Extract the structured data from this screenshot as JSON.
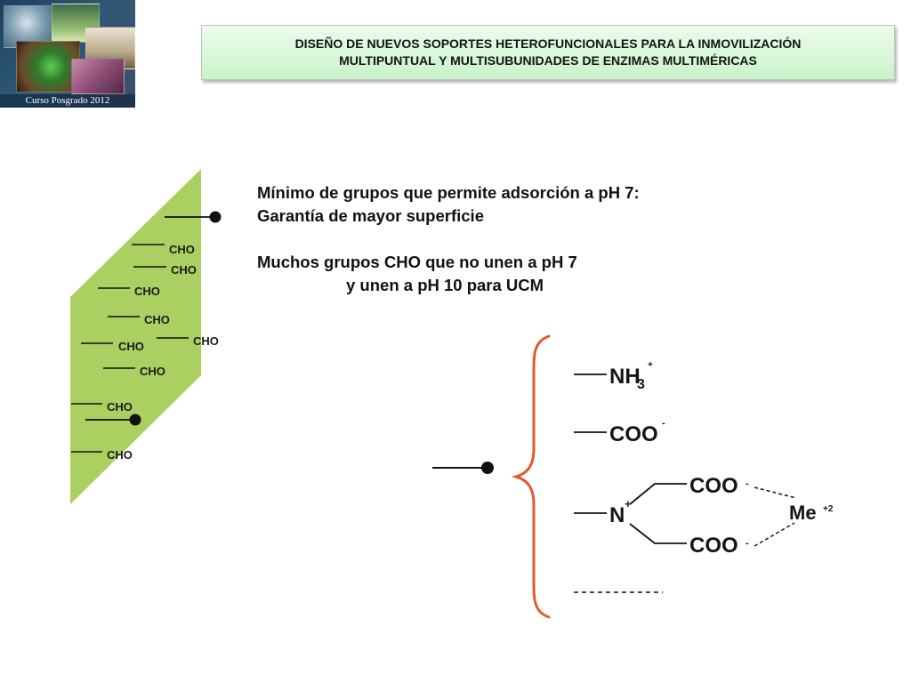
{
  "logo": {
    "caption": "Curso Posgrado 2012"
  },
  "banner": {
    "line1": "DISEÑO DE NUEVOS SOPORTES HETEROFUNCIONALES PARA LA INMOVILIZACIÓN",
    "line2": "MULTIPUNTUAL Y MULTISUBUNIDADES DE ENZIMAS MULTIMÉRICAS"
  },
  "text": {
    "line1": "Mínimo de grupos que permite adsorción a pH 7:",
    "line2": "Garantía de mayor superficie",
    "line3": "Muchos grupos CHO que no unen a pH 7",
    "line4": "y unen a pH 10 para UCM"
  },
  "support": {
    "group_label": "CHO"
  },
  "chelate": {
    "nh3": "NH",
    "nh3_sub": "3",
    "nh3_charge": "+",
    "coo_top": "COO",
    "coo_top_charge": "-",
    "n_label": "N",
    "n_charge": "+",
    "coo_upper": "COO",
    "coo_upper_charge": "-",
    "coo_lower": "COO",
    "coo_lower_charge": "-",
    "metal": "Me",
    "metal_charge": "+2"
  },
  "colors": {
    "support_fill": "#a9d061",
    "brace": "#e25a2c",
    "banner_fill": "#d6f7d6"
  }
}
